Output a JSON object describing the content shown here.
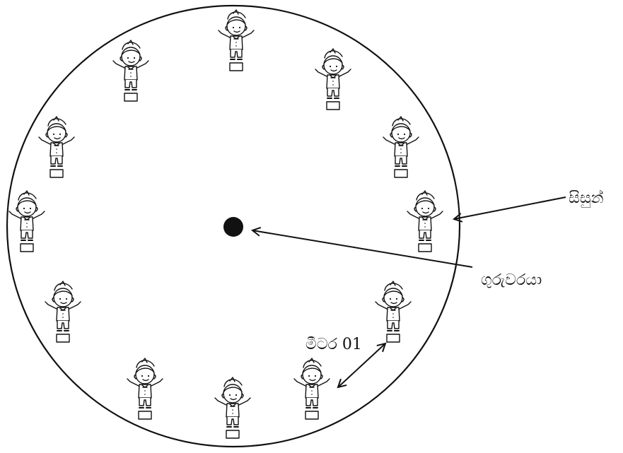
{
  "labels": {
    "students": "සිසුන්",
    "teacher": "ගුරුවරයා",
    "distance": "මීටර 01"
  },
  "figure": {
    "student_count": 12,
    "icons": [
      "child-figure-icon",
      "pedestal-icon",
      "teacher-dot-icon",
      "arrow-icon"
    ]
  },
  "colors": {
    "stroke": "#111111",
    "background": "#ffffff",
    "shirt": "#ffffff"
  }
}
